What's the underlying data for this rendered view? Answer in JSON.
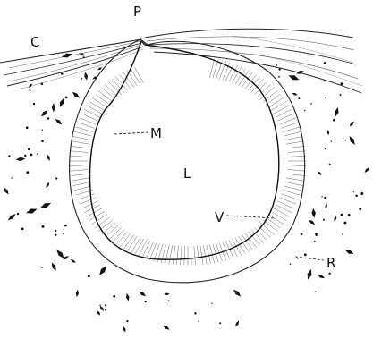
{
  "figure": {
    "labels": {
      "p": "P",
      "c": "C",
      "m": "M",
      "l": "L",
      "v": "V",
      "r": "R"
    }
  },
  "colors": {
    "ink": "#111111",
    "background": "#ffffff"
  }
}
